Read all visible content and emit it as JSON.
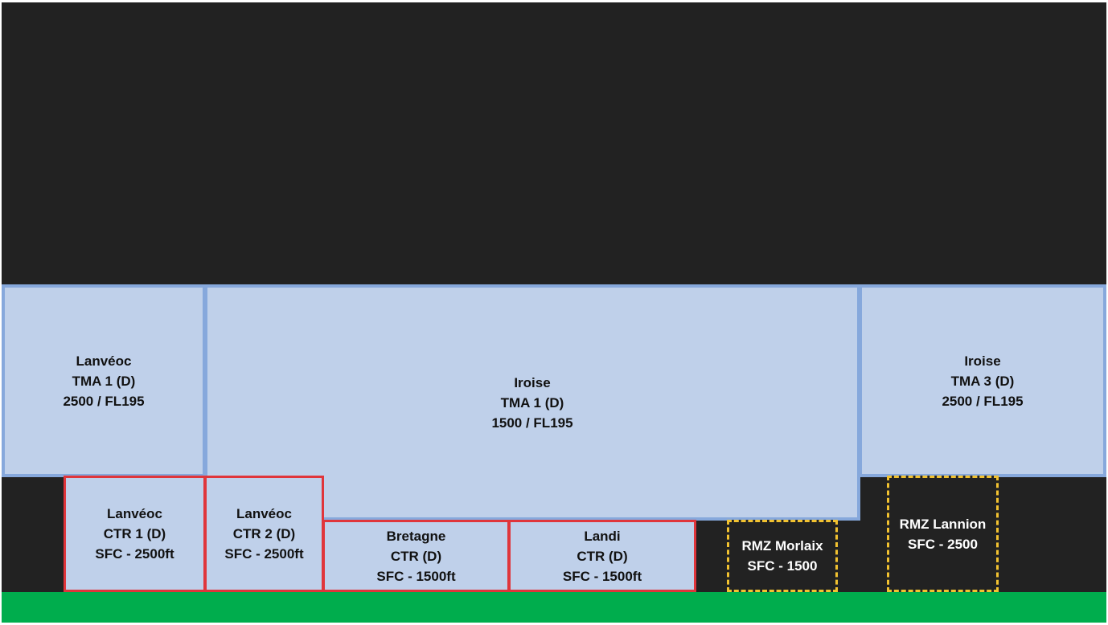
{
  "colors": {
    "background": "#222222",
    "tma_fill": "#bfd0ea",
    "tma_border": "#86a8dc",
    "ctr_border": "#e0353b",
    "rmz_border": "#f2c230",
    "ground": "#00ad4d"
  },
  "zones": {
    "lanveoc_tma1": {
      "name": "Lanvéoc",
      "class": "TMA 1 (D)",
      "limits": "2500 / FL195"
    },
    "iroise_tma1": {
      "name": "Iroise",
      "class": "TMA 1 (D)",
      "limits": "1500 / FL195"
    },
    "iroise_tma3": {
      "name": "Iroise",
      "class": "TMA 3 (D)",
      "limits": "2500 / FL195"
    },
    "lanveoc_ctr1": {
      "name": "Lanvéoc",
      "class": "CTR 1 (D)",
      "limits": "SFC - 2500ft"
    },
    "lanveoc_ctr2": {
      "name": "Lanvéoc",
      "class": "CTR 2 (D)",
      "limits": "SFC - 2500ft"
    },
    "bretagne_ctr": {
      "name": "Bretagne",
      "class": "CTR (D)",
      "limits": "SFC - 1500ft"
    },
    "landi_ctr": {
      "name": "Landi",
      "class": "CTR (D)",
      "limits": "SFC - 1500ft"
    },
    "rmz_morlaix": {
      "name": "RMZ Morlaix",
      "limits": "SFC - 1500"
    },
    "rmz_lannion": {
      "name": "RMZ Lannion",
      "limits": "SFC - 2500"
    }
  }
}
